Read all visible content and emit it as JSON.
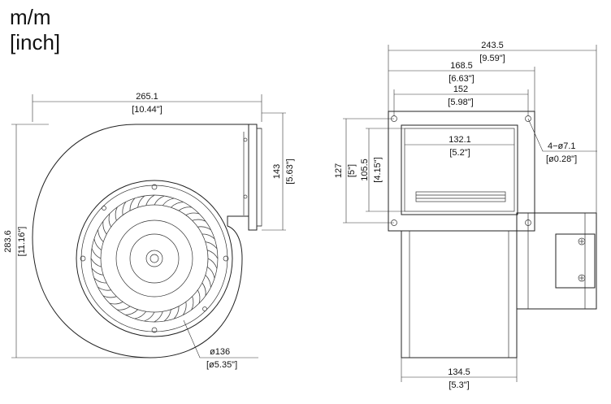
{
  "units": {
    "line1": "m/m",
    "line2": "[inch]"
  },
  "side_view": {
    "width_mm": "265.1",
    "width_in": "[10.44\"]",
    "height_mm": "283.6",
    "height_in": "[11.16\"]",
    "outlet_mm": "143",
    "outlet_in": "[5.63\"]",
    "wheel_dia_mm": "ø136",
    "wheel_dia_in": "[ø5.35\"]"
  },
  "front_view": {
    "total_width_mm": "243.5",
    "total_width_in": "[9.59\"]",
    "flange_width_mm": "168.5",
    "flange_width_in": "[6.63\"]",
    "hole_spacing_mm": "152",
    "hole_spacing_in": "[5.98\"]",
    "opening_width_mm": "132.1",
    "opening_width_in": "[5.2\"]",
    "flange_height_mm": "127",
    "flange_height_in": "[5\"]",
    "opening_height_mm": "105.5",
    "opening_height_in": "[4.15\"]",
    "holes_mm": "4−ø7.1",
    "holes_in": "[ø0.28\"]",
    "body_width_mm": "134.5",
    "body_width_in": "[5.3\"]"
  }
}
